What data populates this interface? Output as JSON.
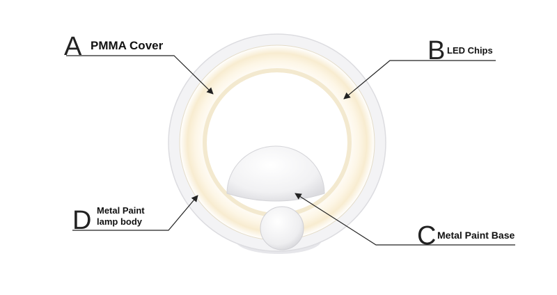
{
  "callouts": {
    "a": {
      "letter": "A",
      "text": "PMMA Cover"
    },
    "b": {
      "letter": "B",
      "text": "LED Chips"
    },
    "c": {
      "letter": "C",
      "text": "Metal Paint Base"
    },
    "d": {
      "letter": "D",
      "line1": "Metal Paint",
      "line2": "lamp body"
    }
  },
  "colors": {
    "background": "#ffffff",
    "outer_ring": "#f2f2f4",
    "glow_ring": "#fbf3e0",
    "lines": "#222222"
  }
}
